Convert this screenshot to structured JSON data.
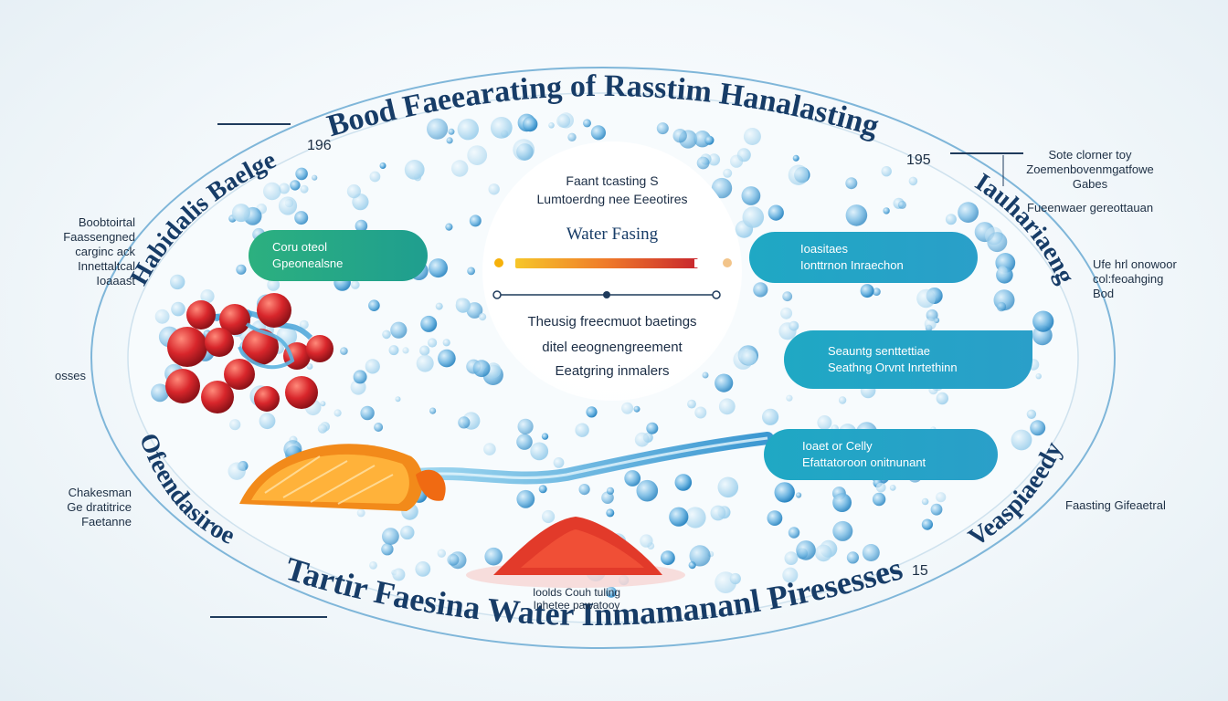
{
  "title_top": "Bood Faeearating of Rasstim Hanalasting",
  "title_bottom": "Tartir Faesina Water Inmamananl Piresesses",
  "arc_left_upper": "Habidalis Baelge",
  "arc_left_lower": "Ofeendasiroe",
  "arc_right_upper": "Iauhariaeng",
  "arc_right_lower": "Veaspiaeedy",
  "numbers": {
    "top_left": "196",
    "top_right": "195",
    "bottom_right": "15"
  },
  "left_labels": {
    "top": [
      "Boobtoirtal",
      "Faassengned",
      "carginc ack",
      "Innettaltcal",
      "Ioaaast"
    ],
    "middle": "osses",
    "bottom": [
      "Chakesman",
      "Ge dratitrice",
      "Faetanne"
    ]
  },
  "right_labels": {
    "top": [
      "Sote clorner toy",
      "Zoemenbovenmgatfowe",
      "Gabes"
    ],
    "top2": "Fueenwaer gereottauan",
    "middle": [
      "Ufe hrl onowoor",
      "col:feoahging",
      "Bod"
    ],
    "bottom": "Faasting Gifeaetral"
  },
  "pills": {
    "green": {
      "line1": "Coru oteol",
      "line2": "Gpeonealsne"
    },
    "teal_top": {
      "line1": "Ioasitaes",
      "line2": "Ionttrnon Inraechon"
    },
    "teal_mid": {
      "line1": "Seauntg senttettiae",
      "line2": "Seathng Orvnt Inrtethinn"
    },
    "teal_low": {
      "line1": "Ioaet or Celly",
      "line2": "Efattatoroon onitnunant"
    }
  },
  "center": {
    "line1": "Faant tcasting S",
    "line2": "Lumtoerdng nee Eeeotires",
    "heading": "Water Fasing",
    "caption1": "Theusig freecmuot baetings",
    "caption2": "ditel eeognengreement",
    "caption3": "Eeatgring inmalers"
  },
  "bottom_caption": [
    "Ioolds  Couh tuling",
    "Inhetee pawatooy"
  ],
  "colors": {
    "navy": "#173c67",
    "green_pill": "#2cb07f",
    "teal_pill": "#1fa8c4",
    "bar_gradient_start": "#f6c62a",
    "bar_gradient_end": "#c8262d",
    "bubble": "#4ea8d8"
  }
}
